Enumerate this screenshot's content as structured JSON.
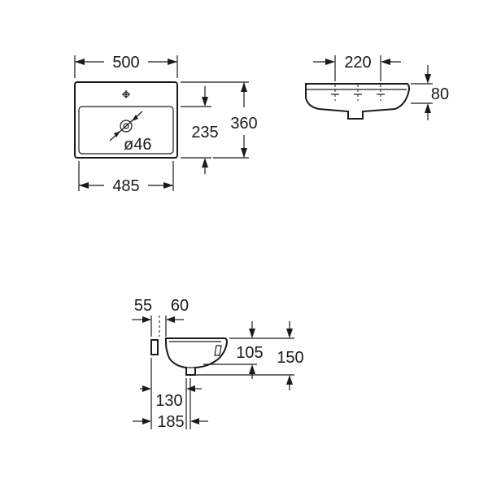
{
  "top_view": {
    "overall_width": "500",
    "bowl_width": "485",
    "overall_depth": "360",
    "bowl_depth": "235",
    "drain_diameter": "ø46"
  },
  "front_view": {
    "tap_hole_spacing": "220",
    "height": "80"
  },
  "side_view": {
    "offset_a": "55",
    "offset_b": "60",
    "bowl_height": "105",
    "total_height": "150",
    "drain_offset": "130",
    "total_offset": "185"
  }
}
